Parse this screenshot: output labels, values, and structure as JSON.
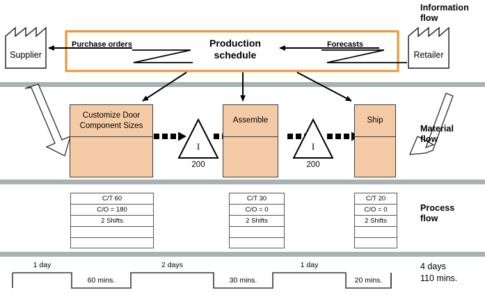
{
  "diagram": {
    "title": "Value Stream Map",
    "colors": {
      "process_fill": "#F5CBA7",
      "schedule_border": "#E8993A",
      "divider": "#A8B2B2",
      "line": "#000000"
    }
  },
  "flow_labels": {
    "information": "Information\nflow",
    "material": "Material\nflow",
    "process": "Process\nflow"
  },
  "entities": {
    "supplier": "Supplier",
    "retailer": "Retailer"
  },
  "schedule": {
    "title": "Production\nschedule",
    "left_arrow_label": "Purchase orders",
    "right_arrow_label": "Forecasts"
  },
  "processes": [
    {
      "name": "Customize Door\nComponent Sizes",
      "operator_icon": "operator-icon"
    },
    {
      "name": "Assemble",
      "operator_icon": "operator-icon"
    },
    {
      "name": "Ship",
      "operator_icon": "operator-icon"
    }
  ],
  "inventories": [
    {
      "symbol": "I",
      "count": "200"
    },
    {
      "symbol": "I",
      "count": "200"
    }
  ],
  "data_boxes": [
    {
      "rows": [
        "C/T 60",
        "C/O = 180",
        "2 Shifts",
        "",
        ""
      ]
    },
    {
      "rows": [
        "C/T 30",
        "C/O = 0",
        "2 Shifts",
        "",
        ""
      ]
    },
    {
      "rows": [
        "C/T 20",
        "C/O = 0",
        "2 Shifts",
        "",
        ""
      ]
    }
  ],
  "timeline": {
    "lead_times": [
      "1 day",
      "2 days",
      "1 day"
    ],
    "process_times": [
      "60 mins.",
      "30 mins.",
      "20 mins."
    ],
    "totals": {
      "lead": "4 days",
      "process": "110 mins."
    }
  }
}
